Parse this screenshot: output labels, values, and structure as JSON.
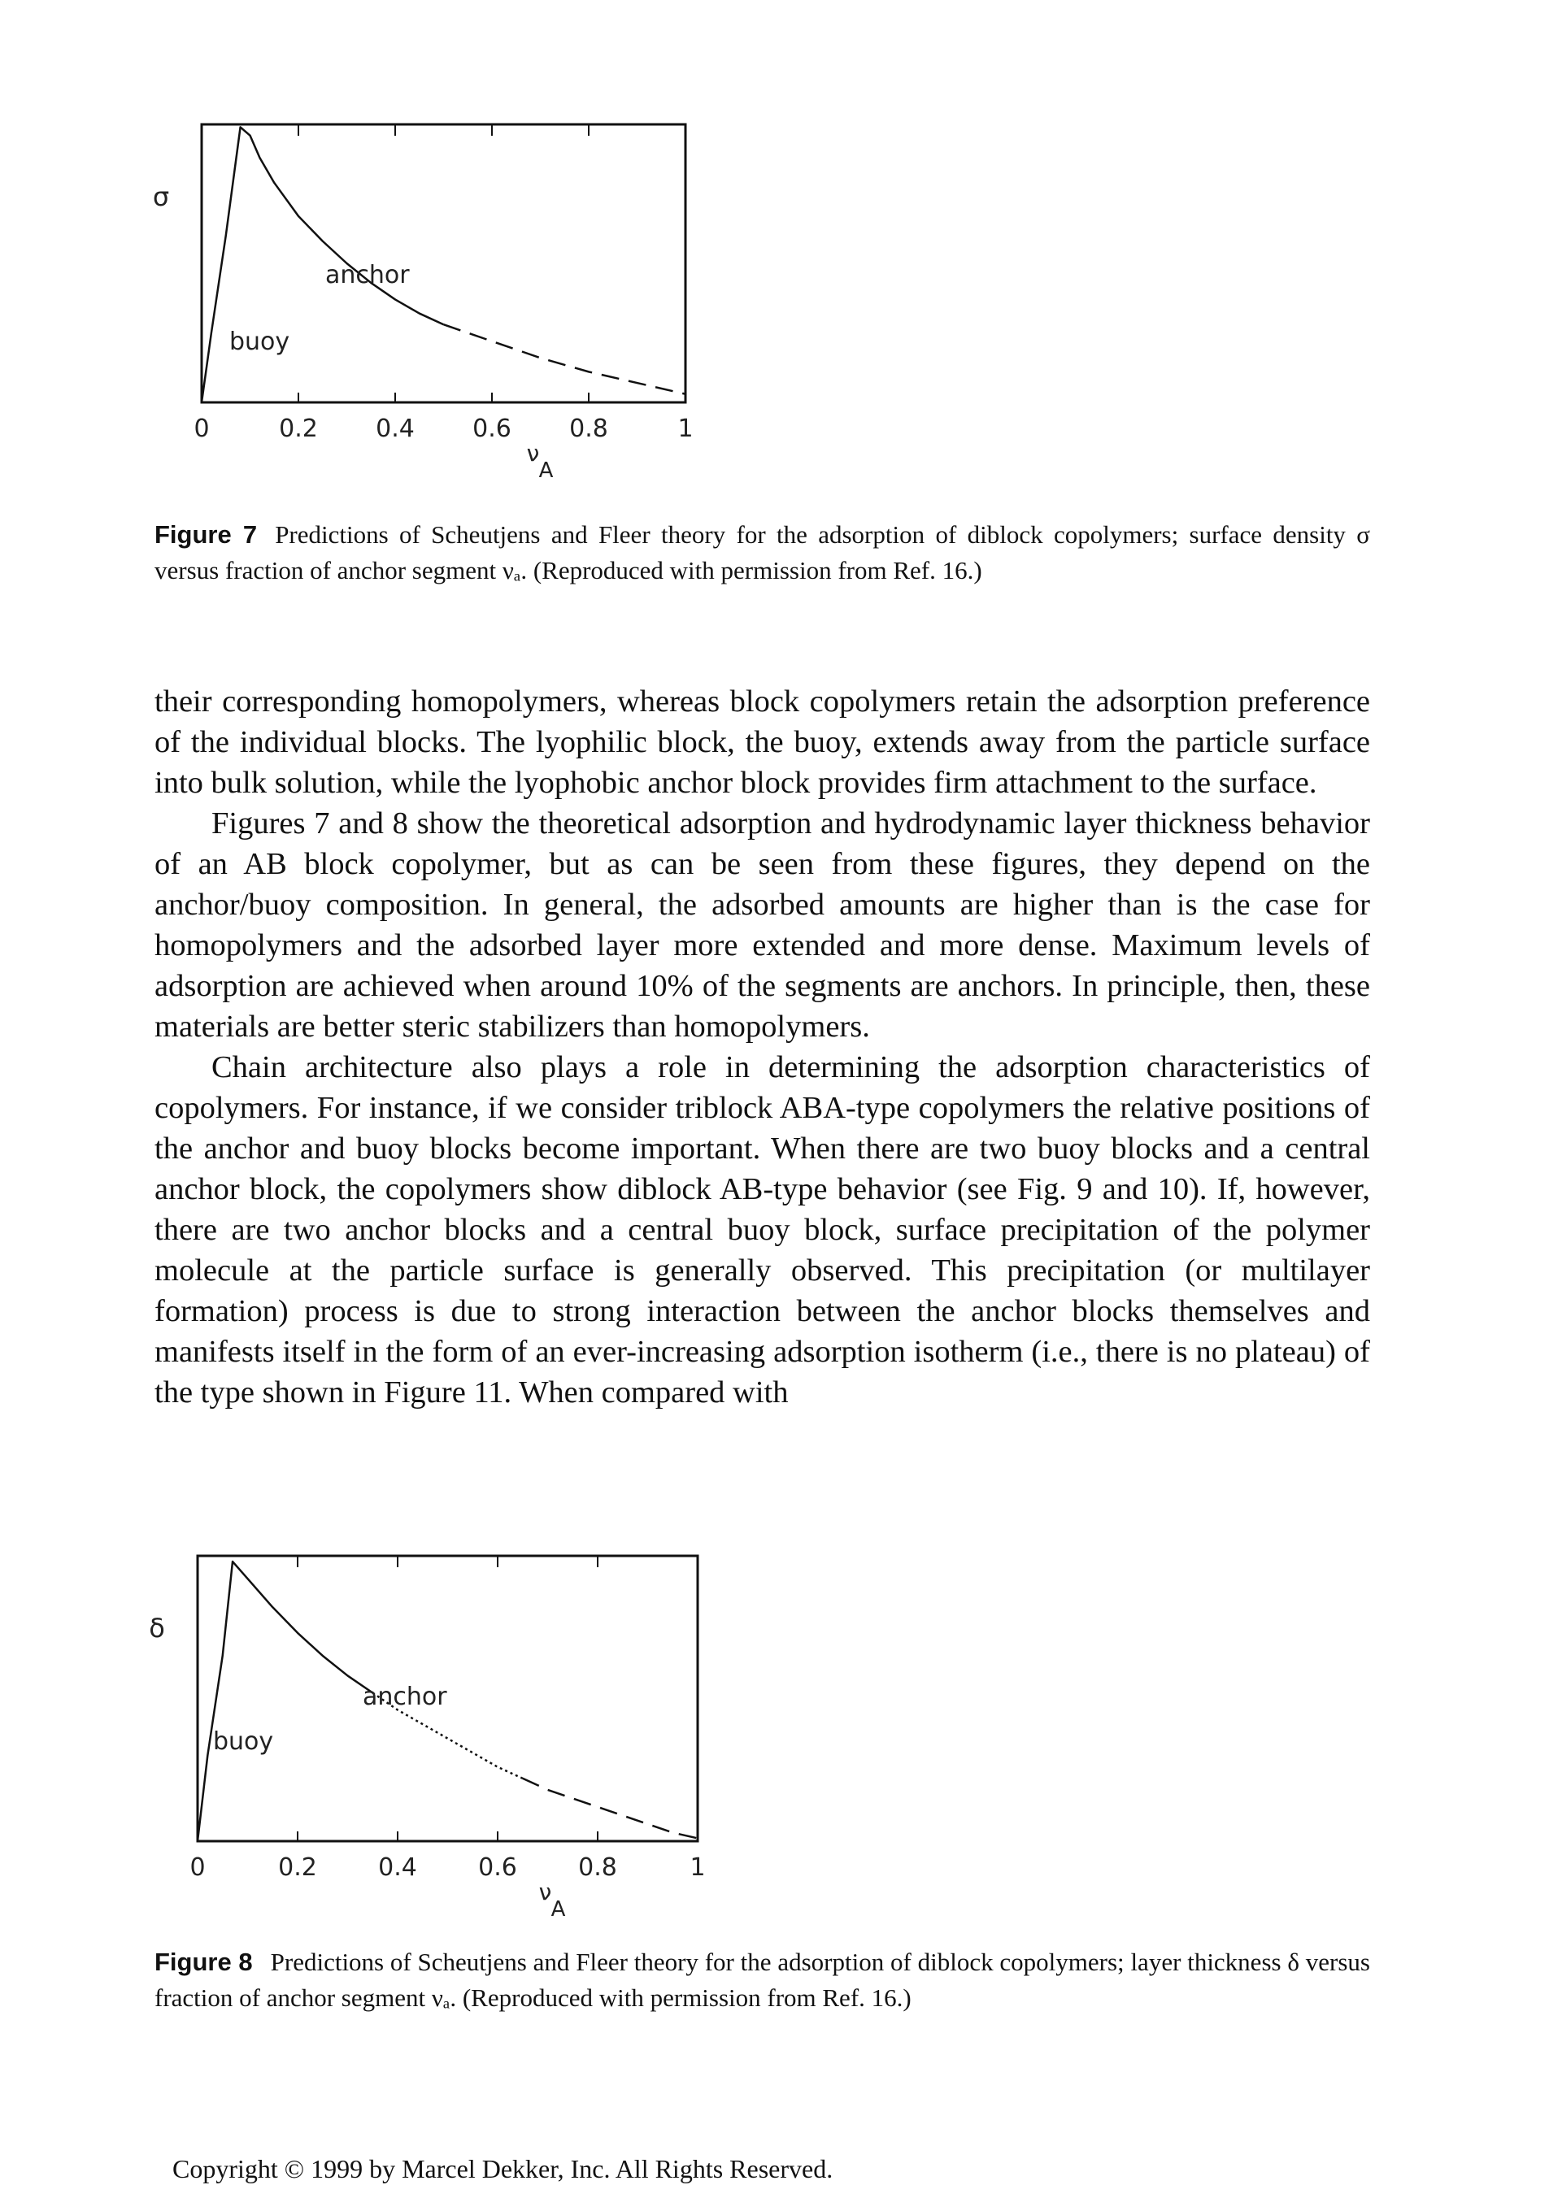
{
  "figures": [
    {
      "id": "fig7",
      "caption_label": "Figure 7",
      "caption_text": "Predictions of Scheutjens and Fleer theory for the adsorption of diblock copolymers; surface density σ versus fraction of anchor segment νₐ. (Reproduced with permission from Ref. 16.)",
      "chart_data": {
        "type": "line",
        "ylabel": "σ",
        "xlabel": "ν",
        "xlabel_sub": "A",
        "xlim": [
          0,
          1
        ],
        "x_tick_labels": [
          "0",
          "0.2",
          "0.4",
          "0.6",
          "0.8",
          "1"
        ],
        "region_labels": [
          "anchor",
          "buoy"
        ],
        "series": [
          {
            "style": "solid",
            "x": [
              0.0,
              0.02,
              0.05,
              0.08,
              0.1,
              0.12,
              0.15,
              0.2,
              0.25,
              0.3,
              0.35,
              0.4,
              0.45,
              0.5
            ],
            "y": [
              0.0,
              0.25,
              0.6,
              0.99,
              0.96,
              0.88,
              0.79,
              0.67,
              0.58,
              0.5,
              0.43,
              0.37,
              0.32,
              0.28
            ]
          },
          {
            "style": "dashed",
            "x": [
              0.5,
              0.6,
              0.7,
              0.8,
              0.9,
              1.0
            ],
            "y": [
              0.28,
              0.22,
              0.16,
              0.11,
              0.07,
              0.03
            ]
          }
        ]
      }
    },
    {
      "id": "fig8",
      "caption_label": "Figure 8",
      "caption_text": "Predictions of Scheutjens and Fleer theory for the adsorption of diblock copolymers; layer thickness δ versus fraction of anchor segment νₐ. (Reproduced with permission from Ref. 16.)",
      "chart_data": {
        "type": "line",
        "ylabel": "δ",
        "xlabel": "ν",
        "xlabel_sub": "A",
        "xlim": [
          0,
          1
        ],
        "x_tick_labels": [
          "0",
          "0.2",
          "0.4",
          "0.6",
          "0.8",
          "1"
        ],
        "region_labels": [
          "anchor",
          "buoy"
        ],
        "series": [
          {
            "style": "solid",
            "x": [
              0.0,
              0.02,
              0.05,
              0.07,
              0.1,
              0.15,
              0.2,
              0.25,
              0.3,
              0.35
            ],
            "y": [
              0.0,
              0.3,
              0.65,
              0.98,
              0.92,
              0.82,
              0.73,
              0.65,
              0.58,
              0.52
            ]
          },
          {
            "style": "dotted",
            "x": [
              0.35,
              0.4,
              0.45,
              0.5,
              0.55,
              0.6,
              0.65
            ],
            "y": [
              0.52,
              0.46,
              0.41,
              0.36,
              0.31,
              0.26,
              0.22
            ]
          },
          {
            "style": "dashed",
            "x": [
              0.65,
              0.7,
              0.75,
              0.8,
              0.85,
              0.9,
              0.95,
              1.0
            ],
            "y": [
              0.22,
              0.18,
              0.15,
              0.12,
              0.09,
              0.06,
              0.03,
              0.01
            ]
          }
        ]
      }
    }
  ],
  "paragraphs": [
    "their corresponding homopolymers, whereas block copolymers retain the adsorption preference of the individual blocks. The lyophilic block, the buoy, extends away from the particle surface into bulk solution, while the lyophobic anchor block provides firm attachment to the surface.",
    "Figures 7 and 8 show the theoretical adsorption and hydrodynamic layer thickness behavior of an AB block copolymer, but as can be seen from these figures, they depend on the anchor/buoy composition. In general, the adsorbed amounts are higher than is the case for homopolymers and the adsorbed layer more extended and more dense. Maximum levels of adsorption are achieved when around 10% of the segments are anchors. In principle, then, these materials are better steric stabilizers than homopolymers.",
    "Chain architecture also plays a role in determining the adsorption characteristics of copolymers. For instance, if we consider triblock ABA-type copolymers the relative positions of the anchor and buoy blocks become important. When there are two buoy blocks and a central anchor block, the copolymers show diblock AB-type behavior (see Fig. 9 and 10). If, however, there are two anchor blocks and a central buoy block, surface precipitation of the polymer molecule at the particle surface is generally observed. This precipitation (or multilayer formation) process is due to strong interaction between the anchor blocks themselves and manifests itself in the form of an ever-increasing adsorption isotherm (i.e., there is no plateau) of the type shown in Figure 11. When compared with"
  ],
  "footer": {
    "copyright": "Copyright © 1999 by Marcel Dekker, Inc. All Rights Reserved."
  }
}
